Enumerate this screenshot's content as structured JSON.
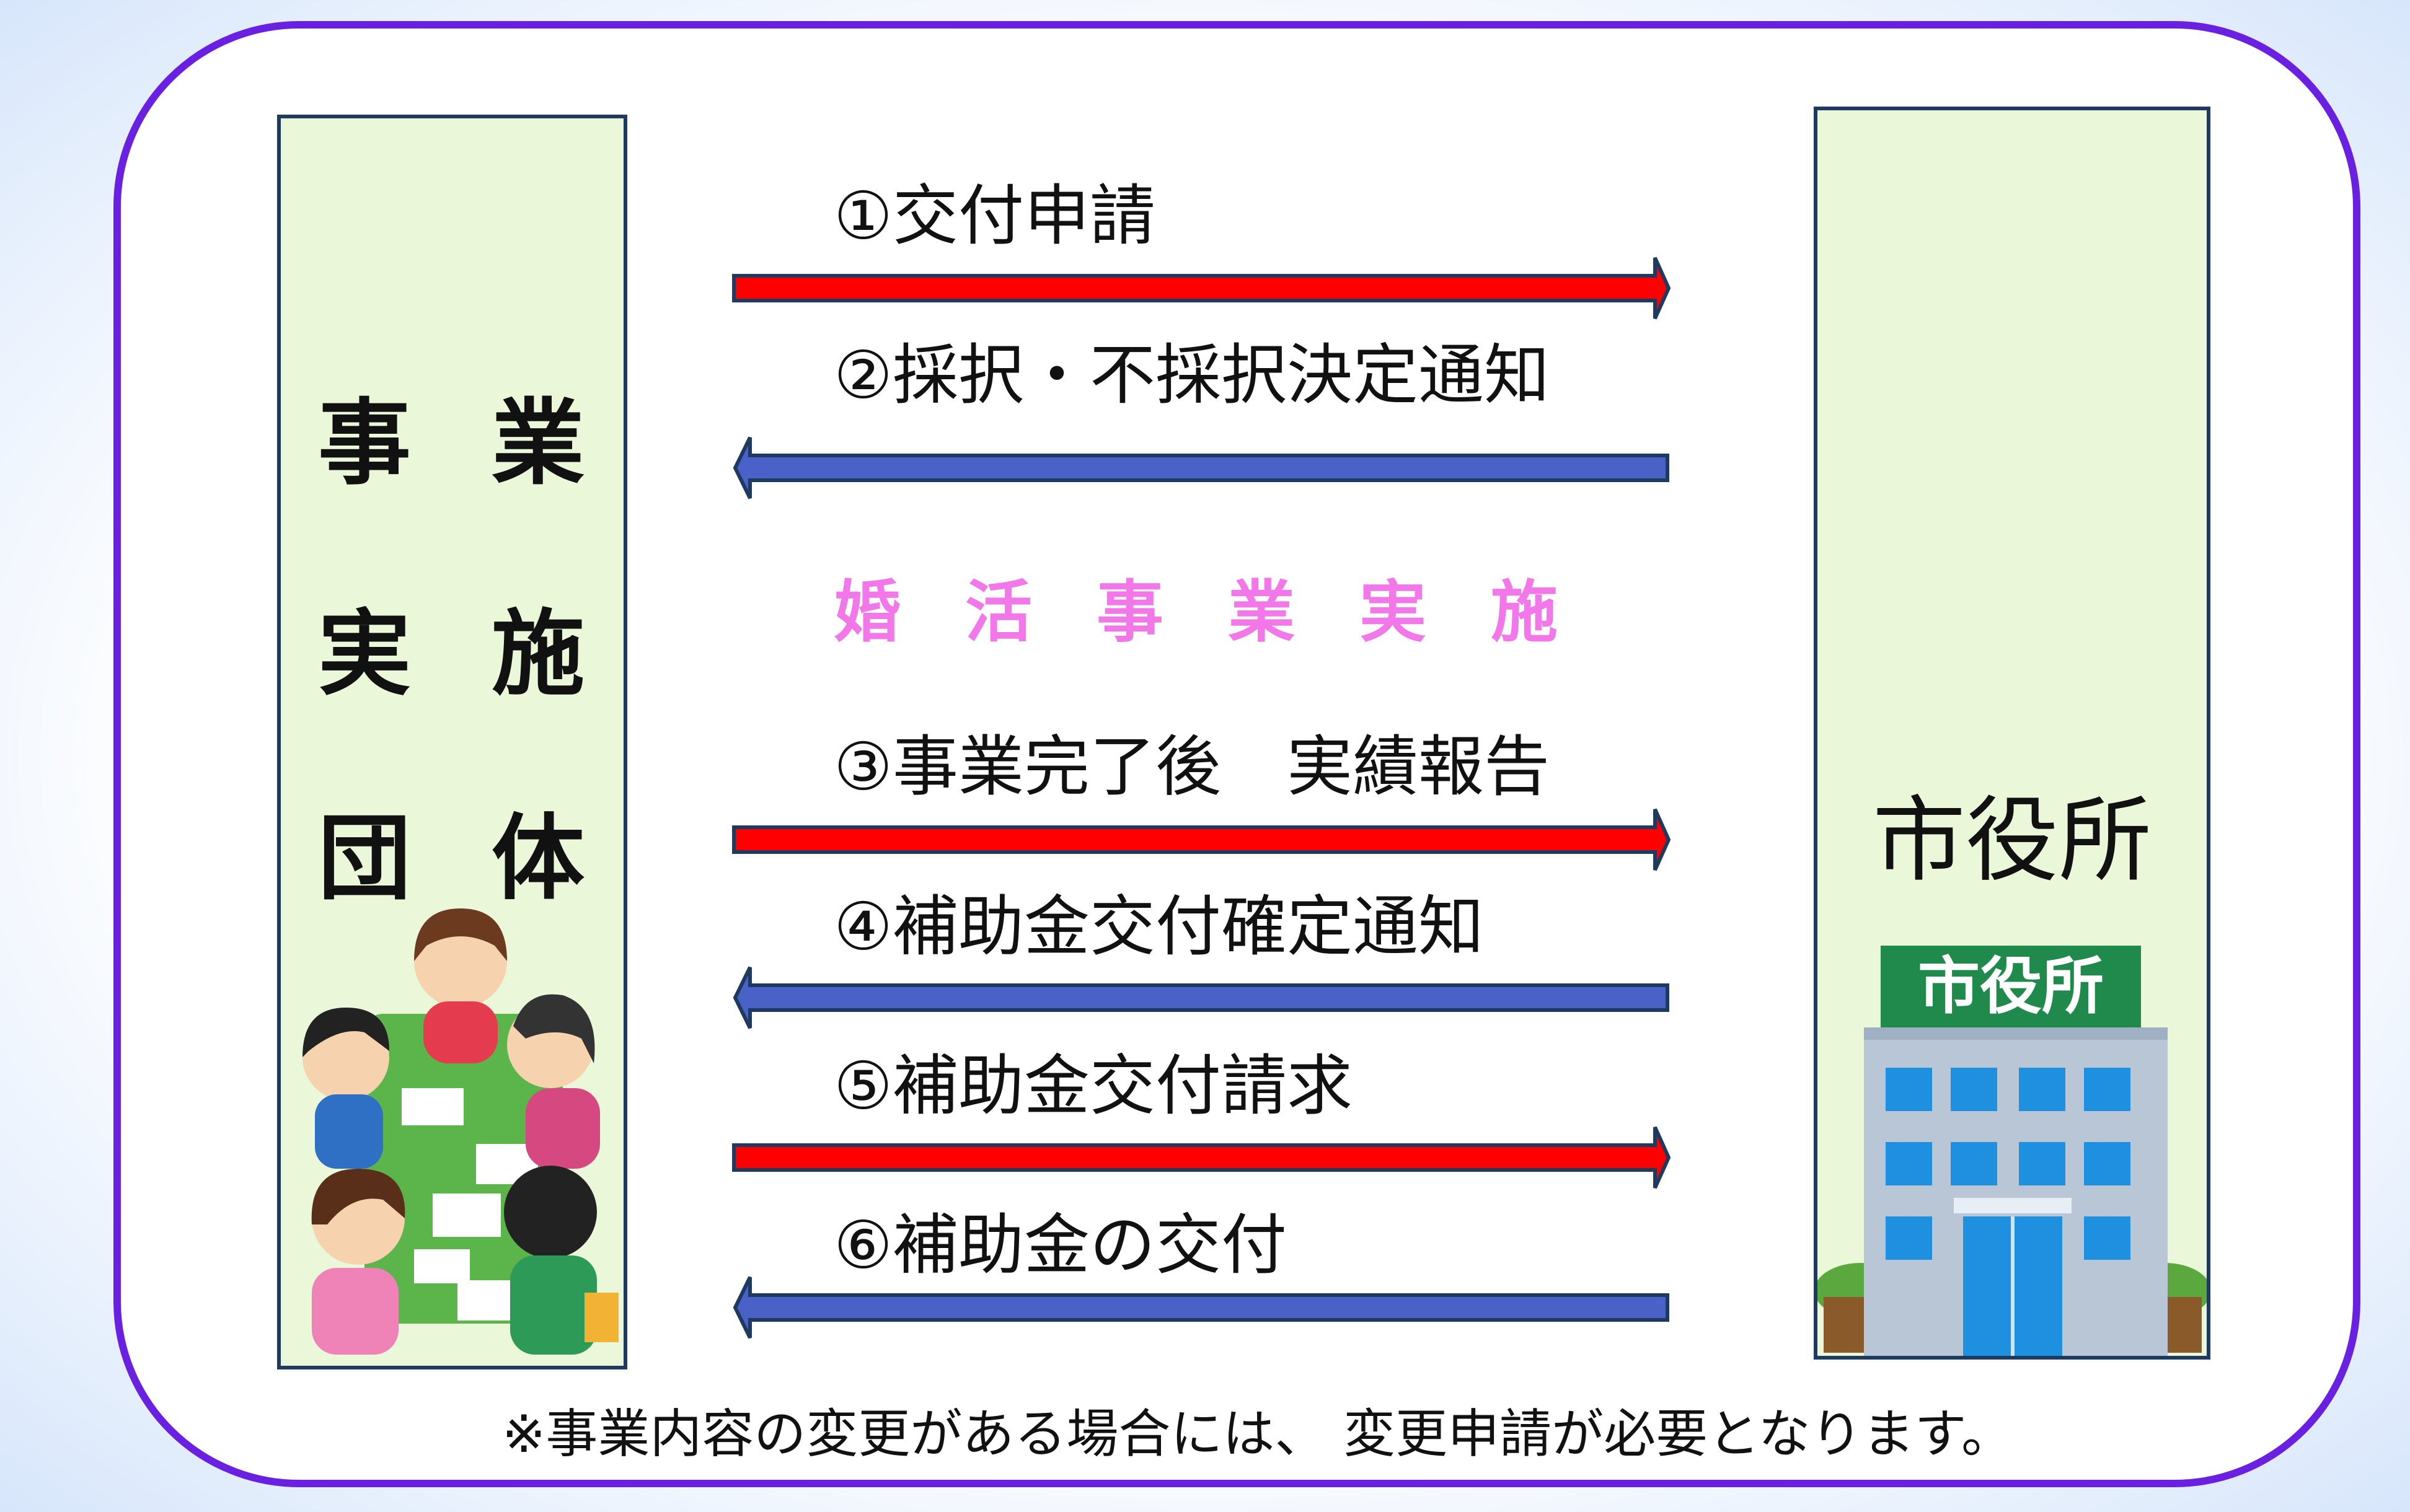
{
  "colors": {
    "frame": "#6a20e0",
    "panel_fill": "#eaf8d9",
    "panel_border": "#1f3a5f",
    "arrow_right": "#ff0000",
    "arrow_left": "#4a62c8",
    "activity_text": "#f277e9"
  },
  "left_entity": {
    "chars": [
      "事",
      "業",
      "実",
      "施",
      "団",
      "体"
    ]
  },
  "right_entity": {
    "title": "市役所",
    "building_sign": "市役所"
  },
  "steps": [
    {
      "label": "①交付申請",
      "direction": "right"
    },
    {
      "label": "②採択・不採択決定通知",
      "direction": "left"
    },
    {
      "label": "③事業完了後　実績報告",
      "direction": "right"
    },
    {
      "label": "④補助金交付確定通知",
      "direction": "left"
    },
    {
      "label": "⑤補助金交付請求",
      "direction": "right"
    },
    {
      "label": "⑥補助金の交付",
      "direction": "left"
    }
  ],
  "activity": {
    "chars": [
      "婚",
      "活",
      "事",
      "業",
      "実",
      "施"
    ]
  },
  "note": "※事業内容の変更がある場合には、 変更申請が必要となります。",
  "icons": {
    "left_illustration": "meeting-people-icon",
    "right_illustration": "city-hall-building-icon"
  }
}
